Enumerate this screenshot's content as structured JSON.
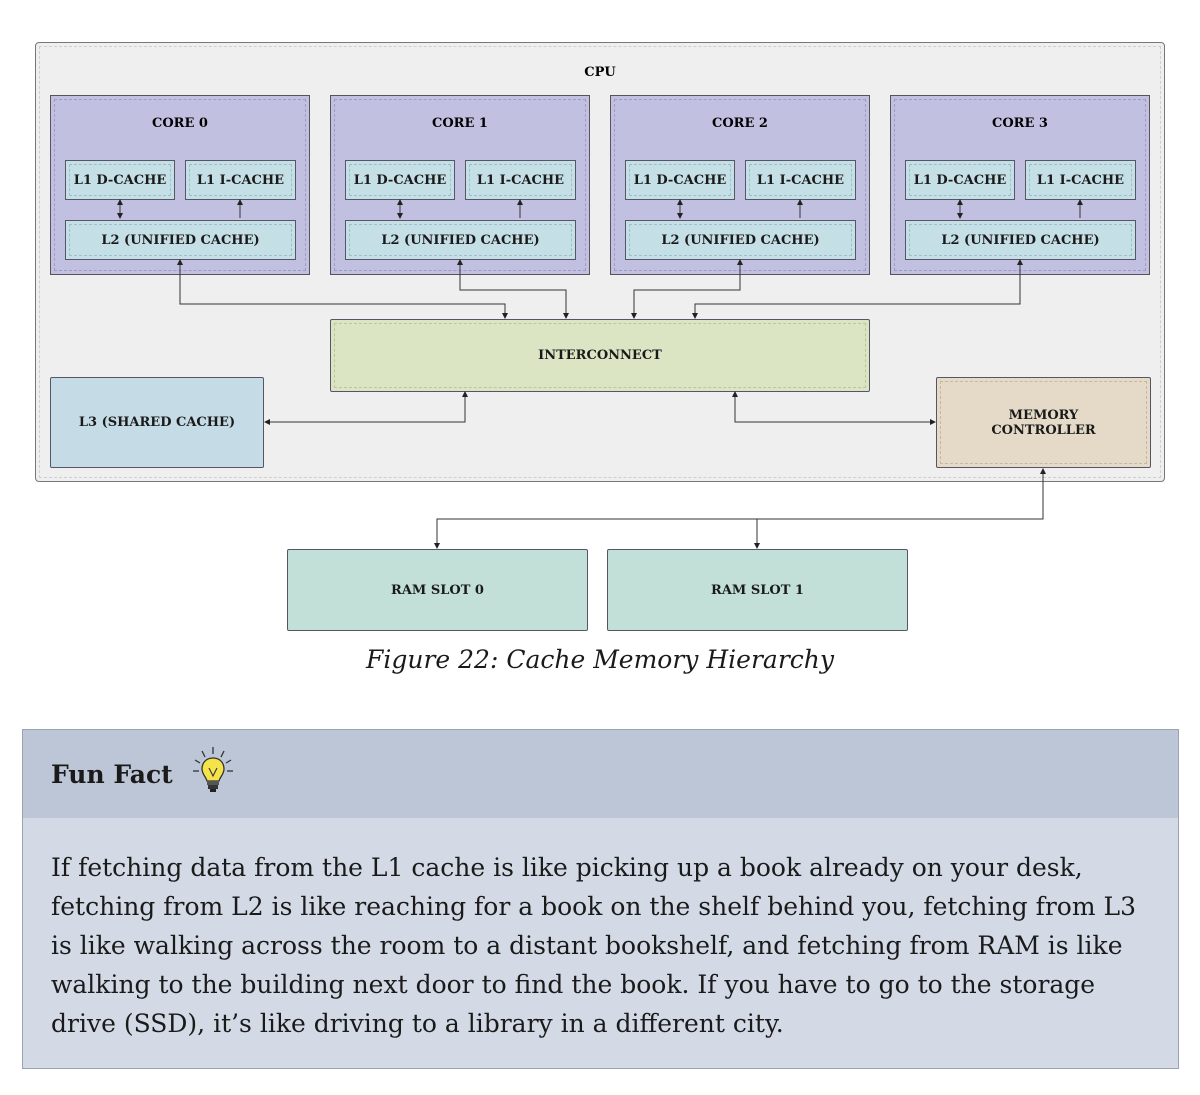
{
  "diagram": {
    "cpu_label": "CPU",
    "cores": [
      {
        "label": "CORE 0",
        "l1d": "L1 D-CACHE",
        "l1i": "L1 I-CACHE",
        "l2": "L2 (UNIFIED CACHE)"
      },
      {
        "label": "CORE 1",
        "l1d": "L1 D-CACHE",
        "l1i": "L1 I-CACHE",
        "l2": "L2 (UNIFIED CACHE)"
      },
      {
        "label": "CORE 2",
        "l1d": "L1 D-CACHE",
        "l1i": "L1 I-CACHE",
        "l2": "L2 (UNIFIED CACHE)"
      },
      {
        "label": "CORE 3",
        "l1d": "L1 D-CACHE",
        "l1i": "L1 I-CACHE",
        "l2": "L2 (UNIFIED CACHE)"
      }
    ],
    "interconnect": "INTERCONNECT",
    "l3": "L3 (SHARED CACHE)",
    "memory_controller": [
      "MEMORY",
      "CONTROLLER"
    ],
    "ram": [
      "RAM SLOT 0",
      "RAM SLOT 1"
    ]
  },
  "caption": "Figure 22: Cache Memory Hierarchy",
  "fun_fact": {
    "title": "Fun Fact",
    "icon": "lightbulb-icon",
    "body": "If fetching data from the L1 cache is like picking up a book already on your desk, fetching from L2 is like reaching for a book on the shelf behind you, fetching from L3 is like walking across the room to a distant bookshelf, and fetching from RAM is like walking to the building next door to find the book. If you have to go to the storage drive (SSD), it’s like driving to a library in a different city."
  }
}
